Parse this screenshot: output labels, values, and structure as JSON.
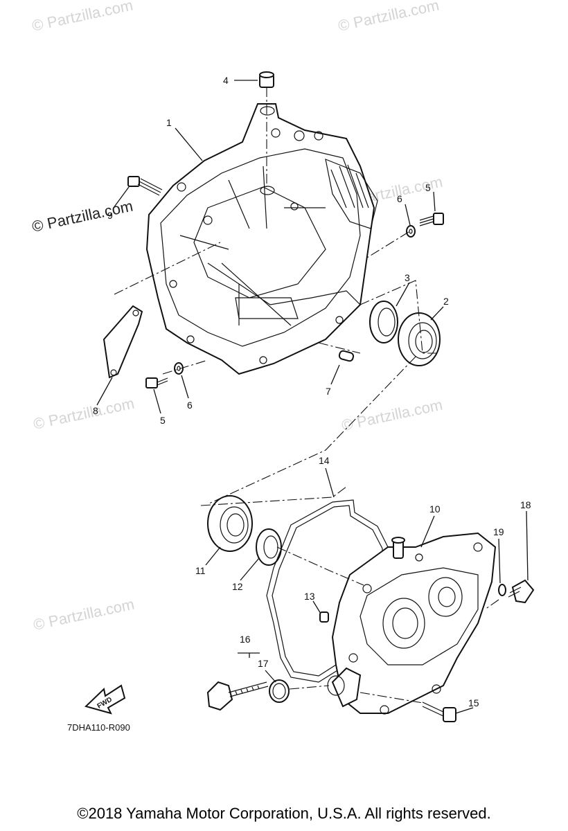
{
  "watermarks": {
    "faint": "© Partzilla.com",
    "strong": "© Partzilla.com"
  },
  "diagram_code": "7DHA110-R090",
  "fwd_label": "FWD",
  "callouts": [
    "1",
    "2",
    "3",
    "4",
    "5",
    "6",
    "7",
    "8",
    "9",
    "5",
    "6",
    "10",
    "11",
    "12",
    "13",
    "14",
    "15",
    "16",
    "17",
    "18",
    "19"
  ],
  "copyright": "©2018 Yamaha Motor Corporation, U.S.A. All rights reserved."
}
